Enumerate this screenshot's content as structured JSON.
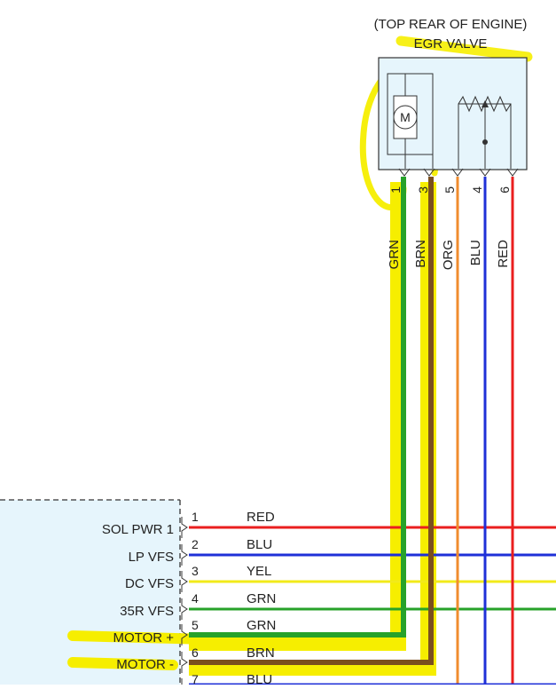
{
  "header": {
    "location": "(TOP REAR OF ENGINE)",
    "component": "EGR VALVE"
  },
  "valve": {
    "motor_symbol": "M",
    "pins": [
      "1",
      "3",
      "5",
      "4",
      "6"
    ]
  },
  "vertical_wires": [
    {
      "pin": "1",
      "label": "GRN",
      "color": "#27a22a",
      "highlighted": true
    },
    {
      "pin": "3",
      "label": "BRN",
      "color": "#7a4f1e",
      "highlighted": true
    },
    {
      "pin": "5",
      "label": "ORG",
      "color": "#f08c2e",
      "highlighted": false
    },
    {
      "pin": "4",
      "label": "BLU",
      "color": "#1f30d8",
      "highlighted": false
    },
    {
      "pin": "6",
      "label": "RED",
      "color": "#ea1f1f",
      "highlighted": false
    }
  ],
  "controller": {
    "terminals": [
      {
        "name": "SOL PWR 1",
        "pin": "1",
        "wire": "RED",
        "color": "#ea1f1f",
        "highlighted": false
      },
      {
        "name": "LP VFS",
        "pin": "2",
        "wire": "BLU",
        "color": "#1f30d8",
        "highlighted": false
      },
      {
        "name": "DC VFS",
        "pin": "3",
        "wire": "YEL",
        "color": "#f2ea1a",
        "highlighted": false
      },
      {
        "name": "35R VFS",
        "pin": "4",
        "wire": "GRN",
        "color": "#27a22a",
        "highlighted": false
      },
      {
        "name": "MOTOR +",
        "pin": "5",
        "wire": "GRN",
        "color": "#27a22a",
        "highlighted": true
      },
      {
        "name": "MOTOR -",
        "pin": "6",
        "wire": "BRN",
        "color": "#7a4f1e",
        "highlighted": true
      },
      {
        "name": "",
        "pin": "7",
        "wire": "BLU",
        "color": "#1f30d8",
        "highlighted": false
      }
    ]
  },
  "colors": {
    "highlight": "#f6ee00",
    "controller_fill": "#e6f5fc",
    "valve_fill": "#e6f5fc"
  }
}
